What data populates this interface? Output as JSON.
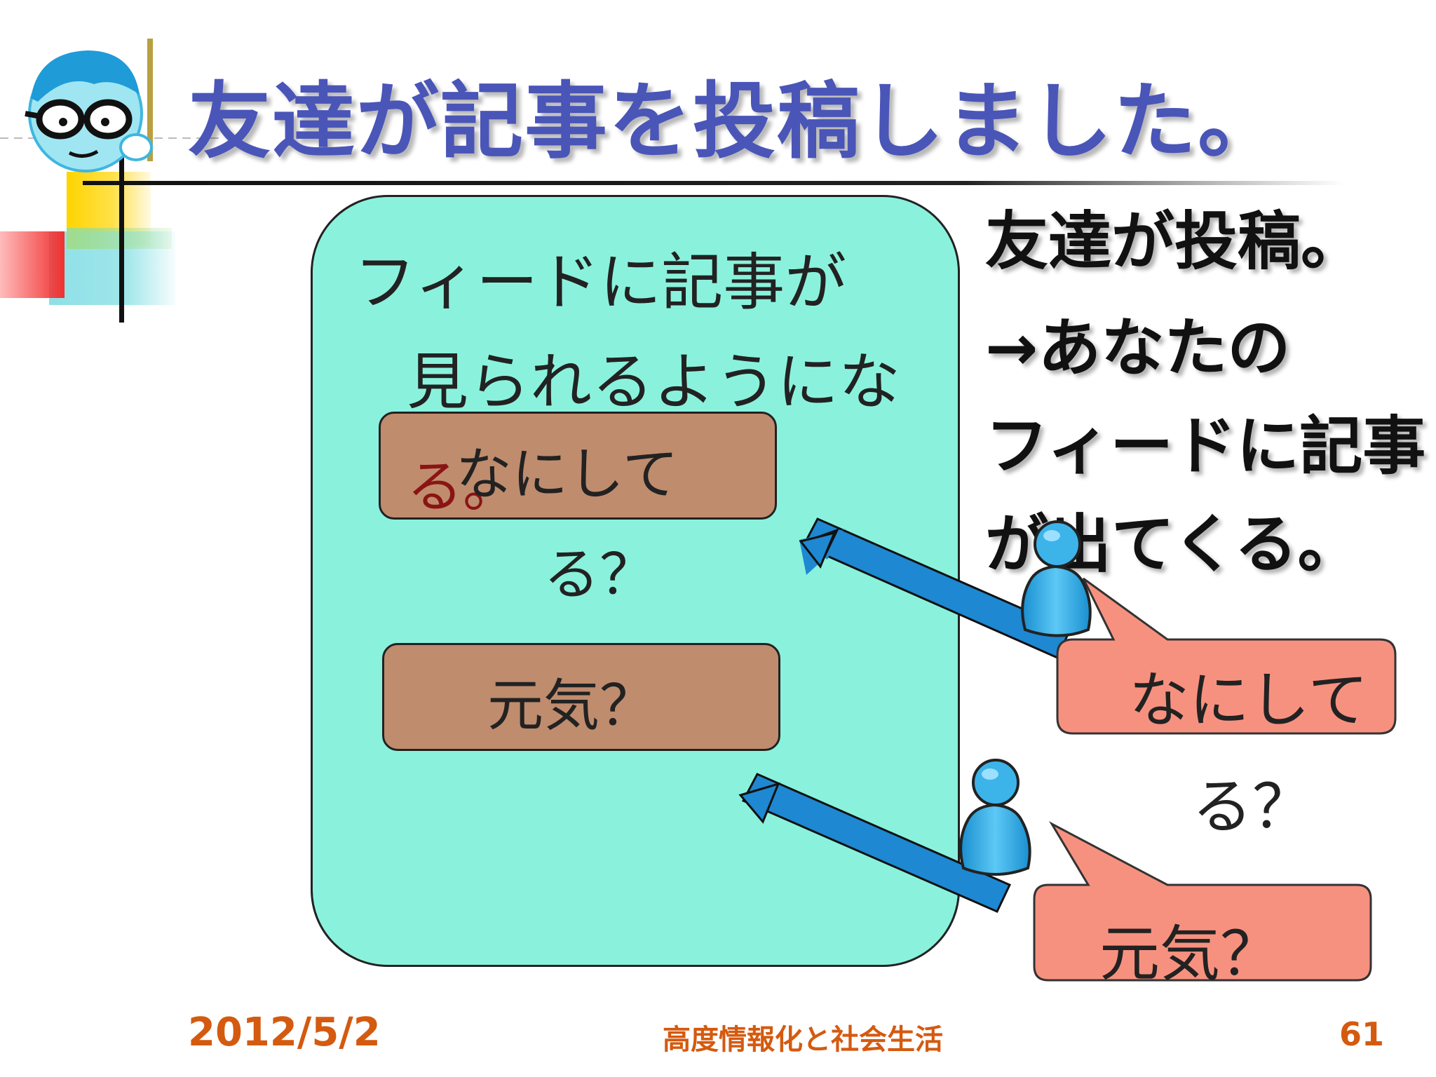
{
  "slide": {
    "title": "友達が記事を投稿しました。",
    "panel": {
      "lines": [
        "フィードに記事が",
        "見られるようにな"
      ],
      "overlap_char": "る。"
    },
    "posts": [
      {
        "line1": "なにして",
        "line2": "る？"
      },
      {
        "line1": "元気？"
      }
    ],
    "right_text": [
      "友達が投稿。",
      "→あなたの",
      "フィードに記事",
      "が出てくる。"
    ],
    "bubbles": [
      {
        "line1": "なにして",
        "line2": "る？"
      },
      {
        "line1": "元気？"
      }
    ],
    "footer": {
      "date": "2012/5/2",
      "course": "高度情報化と社会生活",
      "page": "61"
    },
    "colors": {
      "title": "#4a55b8",
      "panel": "#8af2dc",
      "post": "#c08c6e",
      "bubble": "#f7917f",
      "arrow": "#1e88d2",
      "person": "#29a9e6",
      "footer": "#d45a10"
    },
    "icons": [
      "teacher-mascot-icon",
      "person-icon",
      "arrow-icon",
      "speech-bubble-icon"
    ]
  }
}
